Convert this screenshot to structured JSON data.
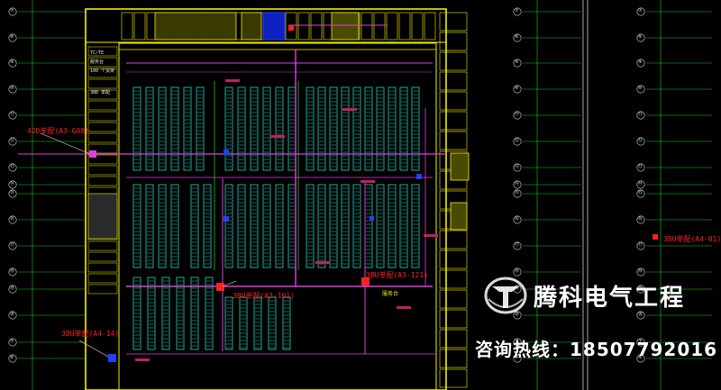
{
  "colors": {
    "background": "#000000",
    "grid_lines": "#1fc61f",
    "walls": "#f4f000",
    "shelves": "#2dd4c0",
    "conduits": "#e040e0",
    "panels_red": "#ff2020",
    "panels_blue": "#2040ff",
    "watermark": "#ffffff"
  },
  "left_sheet": {
    "axis_markers": [
      "⑦",
      "⑧",
      "⑨",
      "⑩",
      "⑪",
      "⑫",
      "⑬",
      "⑭",
      "⑮",
      "⑯",
      "⑰",
      "⑱",
      "⑲",
      "⑳"
    ],
    "panel_labels": [
      {
        "text": "42D单配(A3-G08)"
      },
      {
        "text": "3BU单配(A4-14)"
      }
    ],
    "column_labels": [
      "TC/TE",
      "服务台",
      "100 个货架",
      "3BB 单配"
    ]
  },
  "main_sheet": {
    "panel_labels": [
      {
        "text": "3BU单配(A3-101)"
      },
      {
        "text": "3BU单配(A3-121)"
      },
      {
        "text": "服务台"
      }
    ]
  },
  "right_sheet": {
    "panel_labels": [
      {
        "text": "3BU单配(A4-01)"
      }
    ]
  },
  "watermark": {
    "brand_name": "腾科电气工程",
    "hotline": "咨询热线：18507792016"
  }
}
